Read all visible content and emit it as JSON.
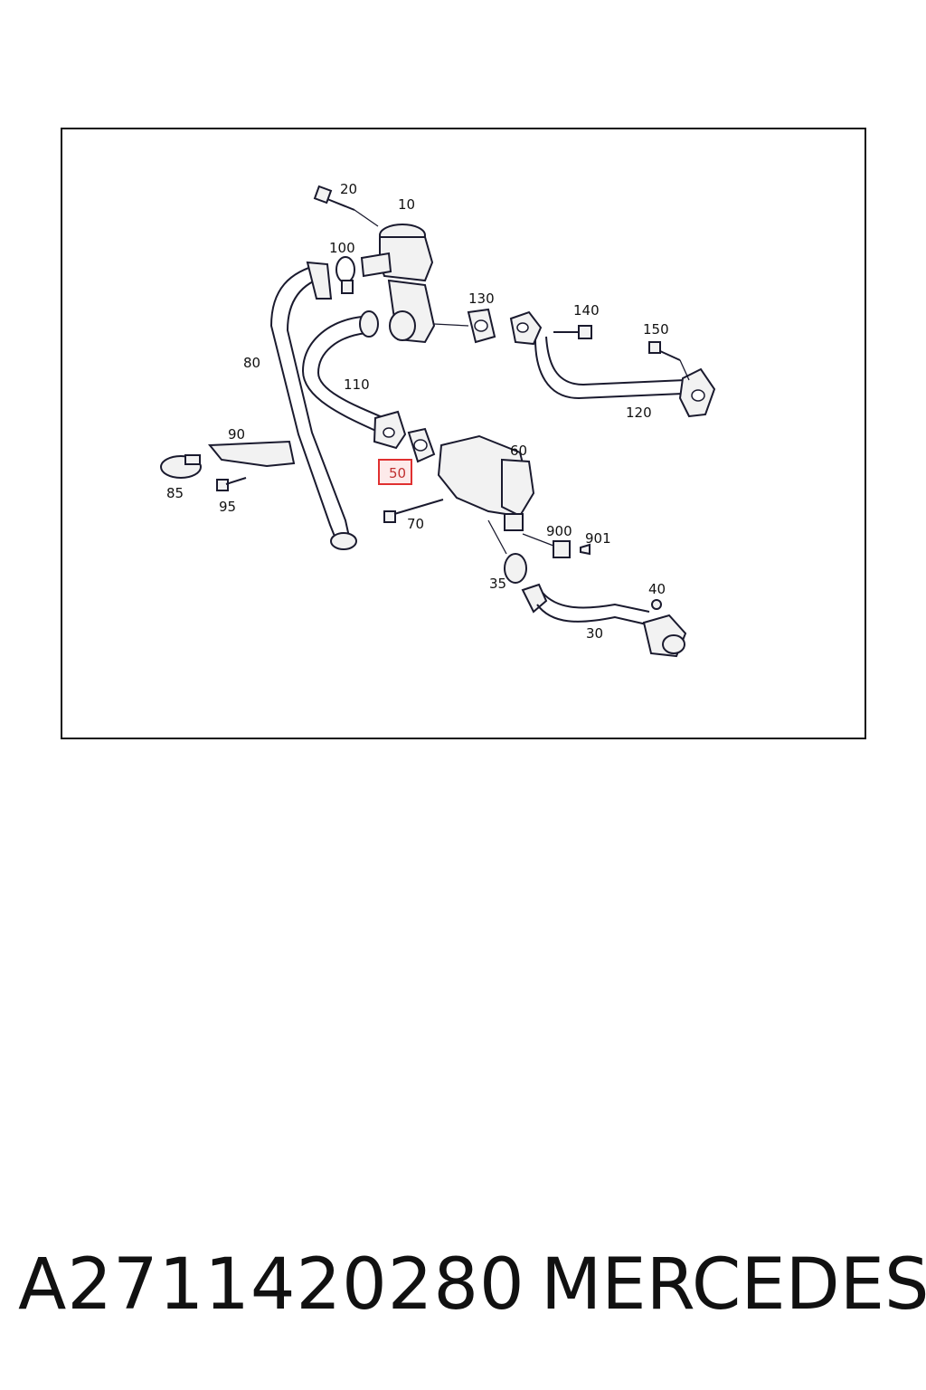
{
  "diagram": {
    "callouts": {
      "c20": "20",
      "c10": "10",
      "c100": "100",
      "c130": "130",
      "c140": "140",
      "c150": "150",
      "c80": "80",
      "c110": "110",
      "c120": "120",
      "c90": "90",
      "c85": "85",
      "c95": "95",
      "c50": "50",
      "c60": "60",
      "c70": "70",
      "c900": "900",
      "c901": "901",
      "c35": "35",
      "c40": "40",
      "c30": "30"
    },
    "highlighted_callout": "50",
    "highlight_color": "#e03030"
  },
  "footer": {
    "part_number": "A2711420280",
    "brand": "MERCEDES"
  }
}
